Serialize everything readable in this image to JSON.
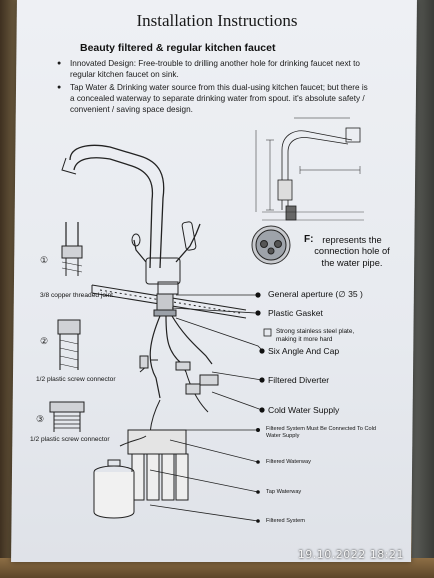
{
  "document": {
    "title": "Installation Instructions",
    "subtitle": "Beauty filtered & regular kitchen faucet",
    "bullets": [
      "Innovated Design: Free-trouble to drilling another hole for drinking faucet next to regular kitchen faucet on sink.",
      "Tap Water & Drinking water source from this dual-using kitchen faucet; but there is a concealed waterway to separate drinking water from spout. it's absolute safety / convenient / saving space design."
    ],
    "f_note": {
      "letter": "F:",
      "text": "represents the connection hole of the water pipe."
    },
    "parts_left": [
      {
        "num": "①",
        "label": "3/8 copper threaded joint"
      },
      {
        "num": "②",
        "label": "1/2 plastic screw connector"
      },
      {
        "num": "③",
        "label": "1/2 plastic screw connector"
      }
    ],
    "callouts": {
      "general_aperture": "General aperture (∅ 35 )",
      "plastic_gasket": "Plastic Gasket",
      "steel_plate": "Strong stainless steel plate, making it more hard",
      "six_angle": "Six Angle And Cap",
      "filtered_diverter": "Filtered Diverter",
      "cold_water": "Cold Water Supply",
      "filtered_system_note": "Filtered System Must Be Connected To Cold Water Supply",
      "filtered_waterway": "Filtered Waterway",
      "tap_waterway": "Tap Waterway",
      "filtered_system": "Filtered System"
    }
  },
  "photo_timestamp": "19.10.2022 18:21"
}
